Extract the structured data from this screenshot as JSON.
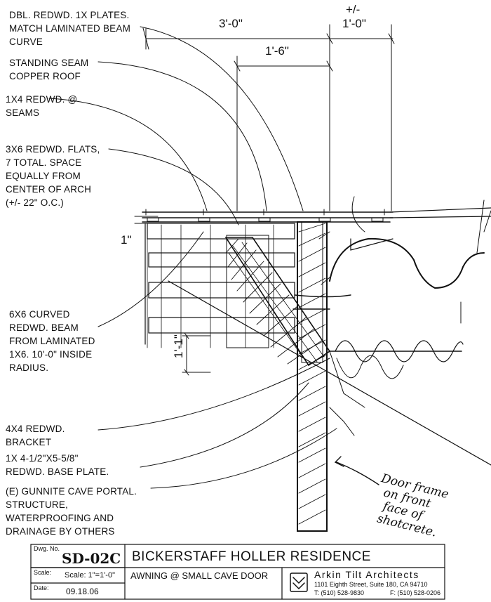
{
  "notes": [
    {
      "id": "plates",
      "lines": [
        "DBL. REDWD. 1X PLATES.",
        "MATCH LAMINATED BEAM",
        "CURVE"
      ]
    },
    {
      "id": "roof",
      "lines": [
        "STANDING SEAM",
        "COPPER ROOF"
      ]
    },
    {
      "id": "seams",
      "lines": [
        "1X4 REDWD. @",
        "SEAMS"
      ]
    },
    {
      "id": "flats",
      "lines": [
        "3X6 REDWD. FLATS,",
        "7 TOTAL. SPACE",
        "EQUALLY FROM",
        "CENTER OF ARCH",
        "(+/- 22\" O.C.)"
      ]
    },
    {
      "id": "beam",
      "lines": [
        "6X6 CURVED",
        "REDWD. BEAM",
        "FROM LAMINATED",
        "1X6. 10'-0\" INSIDE",
        "RADIUS."
      ]
    },
    {
      "id": "bracket",
      "lines": [
        "4X4 REDWD.",
        "BRACKET"
      ]
    },
    {
      "id": "baseplate",
      "lines": [
        "1X 4-1/2\"X5-5/8\"",
        "REDWD. BASE PLATE."
      ]
    },
    {
      "id": "portal",
      "lines": [
        "(E) GUNNITE CAVE PORTAL.",
        "STRUCTURE,",
        "WATERPROOFING AND",
        "DRAINAGE BY OTHERS"
      ]
    }
  ],
  "dimensions": {
    "overall": "3'-0\"",
    "tolerance": "+/-",
    "overhang": "1'-0\"",
    "half": "1'-6\"",
    "edge": "1\"",
    "height": "1'-1\""
  },
  "handnote": [
    "Door frame",
    "on front",
    "face of",
    "shotcrete."
  ],
  "titleblock": {
    "dwg_label": "Dwg. No.",
    "dwg_no": "SD-02C",
    "project": "BICKERSTAFF HOLLER RESIDENCE",
    "scale_label": "Scale:",
    "scale": "Scale: 1\"=1'-0\"",
    "date_label": "Date:",
    "date": "09.18.06",
    "sheet_title": "AWNING @ SMALL CAVE DOOR",
    "firm": "Arkin Tilt Architects",
    "address": "1101 Eighth Street, Suite 180, CA 94710",
    "phone": "T: (510) 528-9830",
    "fax": "F: (510) 528-0206"
  }
}
